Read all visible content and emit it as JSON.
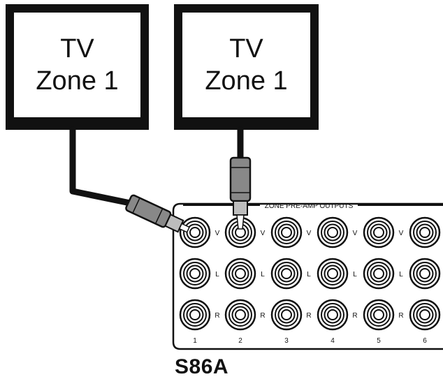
{
  "tv_left": {
    "line1": "TV",
    "line2": "Zone 1"
  },
  "tv_right": {
    "line1": "TV",
    "line2": "Zone 1"
  },
  "panel": {
    "header": "ZONE PRE-AMP OUTPUTS",
    "rows": [
      "V",
      "L",
      "R"
    ],
    "columns": [
      "1",
      "2",
      "3",
      "4",
      "5",
      "6"
    ]
  },
  "model": "S86A"
}
